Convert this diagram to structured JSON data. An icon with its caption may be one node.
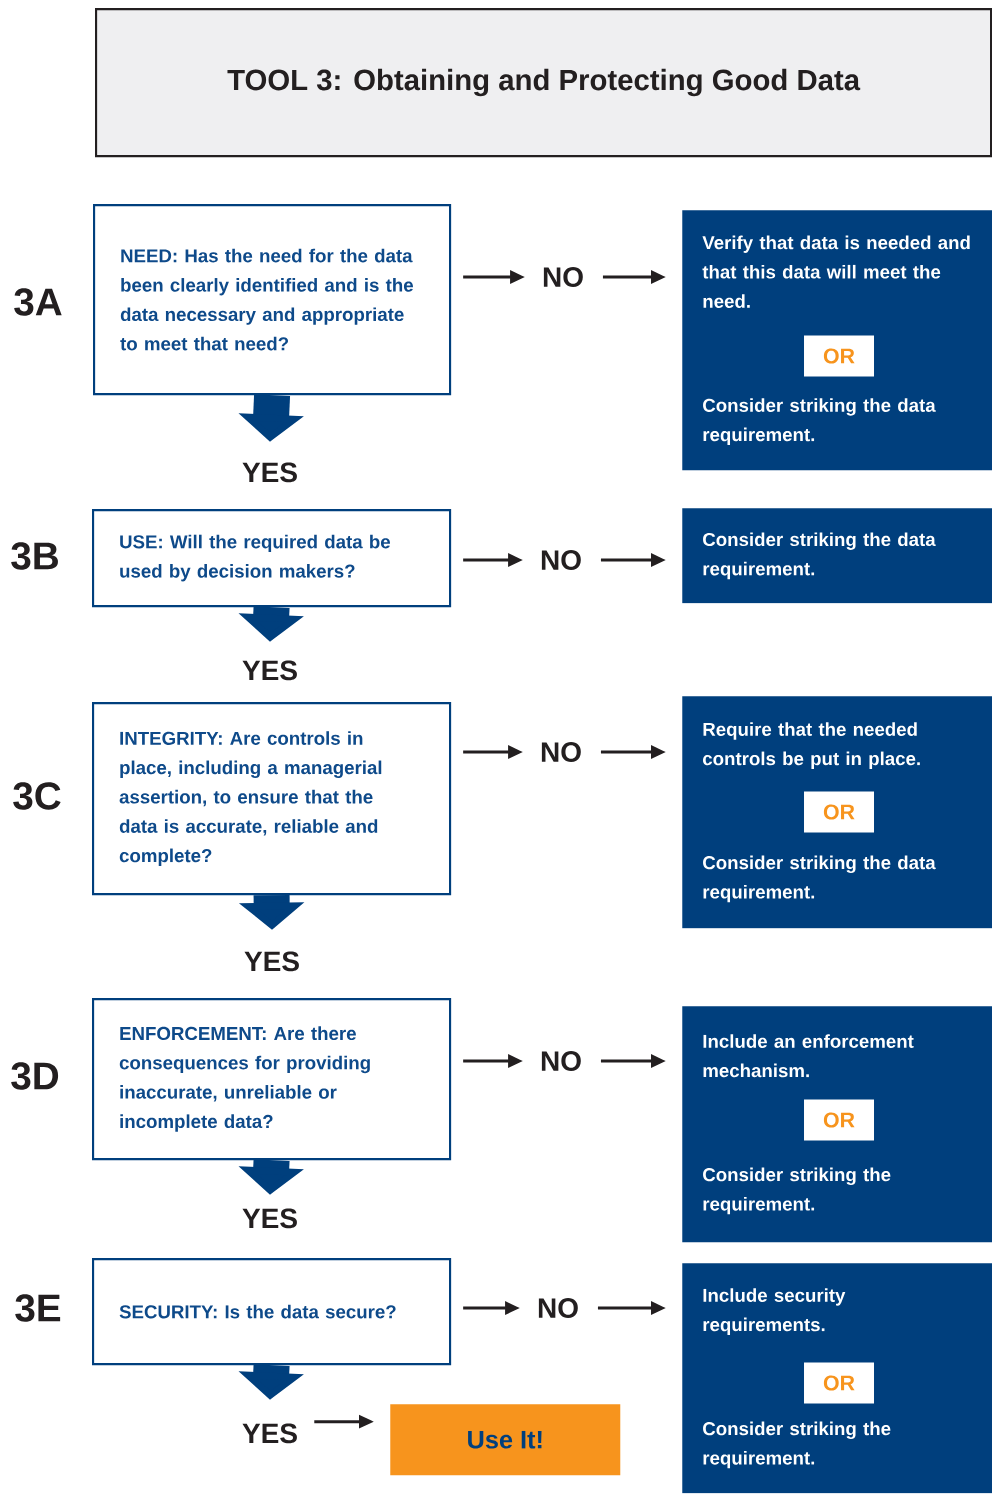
{
  "diagram": {
    "nodes": [
      {
        "text": [
          "TOOL 3: Obtaining and Protecting Good Data"
        ]
      },
      {
        "text": [
          "NEED: Has the need for the data been clearly identified and is the data necessary and appropriate to meet that need?"
        ],
        "beside": [
          "3A"
        ]
      },
      {
        "text": [
          "NO"
        ]
      },
      {
        "text": [
          "Verify that data is needed and that this data will meet the need.",
          "Consider striking the data requirement."
        ]
      },
      {
        "text": [
          "OR"
        ],
        "in": 3
      },
      {
        "text": [
          "YES"
        ]
      },
      {
        "text": [
          "USE: Will the required data be used by decision makers?"
        ],
        "beside": [
          "3B"
        ]
      },
      {
        "text": [
          "NO"
        ]
      },
      {
        "text": [
          "Consider striking the data requirement."
        ]
      },
      {
        "text": [
          "YES"
        ]
      },
      {
        "text": [
          "INTEGRITY: Are controls in place, including a managerial assertion, to ensure that the data is accurate, reliable and complete?"
        ],
        "beside": [
          "3C"
        ]
      },
      {
        "text": [
          "NO"
        ]
      },
      {
        "text": [
          "Require that the needed controls be put in place.",
          "Consider striking the data requirement."
        ]
      },
      {
        "text": [
          "OR"
        ],
        "in": 12
      },
      {
        "text": [
          "YES"
        ]
      },
      {
        "text": [
          "ENFORCEMENT: Are there consequences for providing inaccurate, unreliable or incomplete data?"
        ],
        "beside": [
          "3D"
        ]
      },
      {
        "text": [
          "NO"
        ]
      },
      {
        "text": [
          "Include an enforcement mechanism.",
          "Consider striking the requirement."
        ]
      },
      {
        "text": [
          "OR"
        ],
        "in": 17
      },
      {
        "text": [
          "YES"
        ]
      },
      {
        "text": [
          "SECURITY: Is the data secure?"
        ],
        "beside": [
          "3E"
        ]
      },
      {
        "text": [
          "NO"
        ]
      },
      {
        "text": [
          "Include security requirements.",
          "Consider striking the requirement."
        ]
      },
      {
        "text": [
          "OR"
        ],
        "in": 22
      },
      {
        "text": [
          "YES"
        ]
      },
      {
        "text": [
          "Use It!"
        ]
      }
    ],
    "edges": [
      {
        "from": 1,
        "to": 2,
        "arrow": "to"
      },
      {
        "from": 2,
        "to": 3,
        "arrow": "to"
      },
      {
        "from": 1,
        "to": 5,
        "arrow": "to",
        "style": "thick",
        "color": "#003f7d"
      },
      {
        "from": 6,
        "to": 7,
        "arrow": "to"
      },
      {
        "from": 7,
        "to": 8,
        "arrow": "to"
      },
      {
        "from": 6,
        "to": 9,
        "arrow": "to",
        "style": "thick",
        "color": "#003f7d"
      },
      {
        "from": 10,
        "to": 11,
        "arrow": "to"
      },
      {
        "from": 11,
        "to": 12,
        "arrow": "to"
      },
      {
        "from": 10,
        "to": 14,
        "arrow": "to",
        "style": "thick",
        "color": "#003f7d"
      },
      {
        "from": 15,
        "to": 16,
        "arrow": "to"
      },
      {
        "from": 16,
        "to": 17,
        "arrow": "to"
      },
      {
        "from": 15,
        "to": 19,
        "arrow": "to",
        "style": "thick",
        "color": "#003f7d"
      },
      {
        "from": 20,
        "to": 21,
        "arrow": "to"
      },
      {
        "from": 21,
        "to": 22,
        "arrow": "to"
      },
      {
        "from": 20,
        "to": 24,
        "arrow": "to",
        "style": "thick",
        "color": "#003f7d"
      },
      {
        "from": 24,
        "to": 25,
        "arrow": "to"
      }
    ]
  }
}
